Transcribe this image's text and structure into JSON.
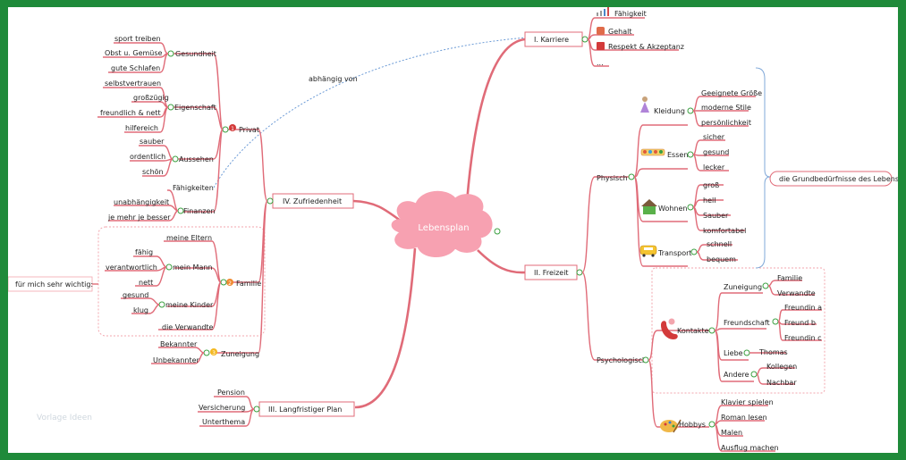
{
  "center": "Lebensplan",
  "branches": {
    "karriere": {
      "label": "I. Karriere",
      "items": [
        "Fähigkeit",
        "Gehalt",
        "Respekt & Akzeptanz",
        "..."
      ]
    },
    "freizeit": {
      "label": "II. Freizeit",
      "physisch": {
        "label": "Physisch",
        "kleidung": {
          "label": "Kleidung",
          "items": [
            "Geeignete Größe",
            "moderne Stile",
            "persönlichkeit"
          ]
        },
        "essen": {
          "label": "Essen",
          "items": [
            "sicher",
            "gesund",
            "lecker"
          ]
        },
        "wohnen": {
          "label": "Wohnen",
          "items": [
            "groß",
            "hell",
            "Sauber",
            "komfortabel"
          ]
        },
        "transport": {
          "label": "Transport",
          "items": [
            "schnell",
            "bequem"
          ]
        },
        "note": "die Grundbedürfnisse des Lebens"
      },
      "psychologisch": {
        "label": "Psychologisch",
        "kontakte": {
          "label": "Kontakte",
          "zuneigung": {
            "label": "Zuneigung",
            "items": [
              "Familie",
              "Verwandte"
            ]
          },
          "freundschaft": {
            "label": "Freundschaft",
            "items": [
              "Freundin a",
              "Freund b",
              "Freundin c"
            ]
          },
          "liebe": {
            "label": "Liebe",
            "items": [
              "Thomas"
            ]
          },
          "andere": {
            "label": "Andere",
            "items": [
              "Kollegen",
              "Nachbar"
            ]
          }
        },
        "hobbys": {
          "label": "Hobbys",
          "items": [
            "Klavier spielen",
            "Roman lesen",
            "Malen",
            "Ausflug machen"
          ]
        }
      }
    },
    "plan": {
      "label": "III. Langfristiger Plan",
      "items": [
        "Pension",
        "Versicherung",
        "Unterthema"
      ]
    },
    "zufriedenheit": {
      "label": "IV. Zufriedenheit",
      "privat": {
        "label": "Privat",
        "badge": "1",
        "gesundheit": {
          "label": "Gesundheit",
          "items": [
            "sport treiben",
            "Obst u. Gemüse",
            "gute Schlafen"
          ]
        },
        "eigenschaft": {
          "label": "Eigenschaft",
          "items": [
            "selbstvertrauen",
            "großzügig",
            "freundlich & nett",
            "hilfereich"
          ]
        },
        "aussehen": {
          "label": "Aussehen",
          "items": [
            "sauber",
            "ordentlich",
            "schön"
          ]
        },
        "finanzen": {
          "label": "Finanzen",
          "items": [
            "Fähigkeiten",
            "unabhängigkeit",
            "je mehr je besser"
          ]
        }
      },
      "familie": {
        "label": "Familie",
        "badge": "2",
        "eltern": "meine Eltern",
        "mann": {
          "label": "mein Mann",
          "items": [
            "fähig",
            "verantwortlich",
            "nett"
          ]
        },
        "kinder": {
          "label": "meine Kinder",
          "items": [
            "gesund",
            "klug"
          ]
        },
        "verwandte": "die Verwandte",
        "note": "für mich sehr wichtig:"
      },
      "zuneigung": {
        "label": "Zuneigung",
        "badge": "3",
        "items": [
          "Bekannter",
          "Unbekannter"
        ]
      }
    }
  },
  "relation_label": "abhängig von",
  "watermark": "Vorlage Ideen"
}
